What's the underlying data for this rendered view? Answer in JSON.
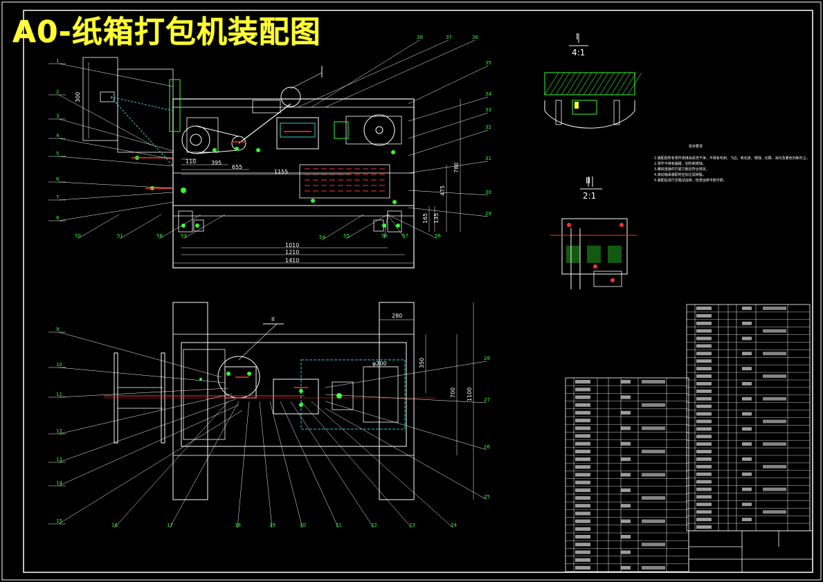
{
  "title": "A0-纸箱打包机装配图",
  "detail_views": {
    "view1_label": "I",
    "view1_scale": "4:1",
    "view2_label": "II",
    "view2_scale": "2:1",
    "section_label": "II"
  },
  "leaders_left": [
    "1",
    "2",
    "3",
    "4",
    "5",
    "6",
    "7",
    "8",
    "9",
    "10",
    "11",
    "12",
    "13",
    "14",
    "15"
  ],
  "leaders_bottom_top": [
    "50",
    "51",
    "58",
    "53",
    "54",
    "55",
    "56",
    "57",
    "56"
  ],
  "leaders_bottom_plan": [
    "16",
    "17",
    "18",
    "19",
    "20",
    "21",
    "22",
    "23",
    "24"
  ],
  "leaders_right_top": [
    "35",
    "34",
    "33",
    "32",
    "31",
    "30",
    "29"
  ],
  "leaders_right_plan": [
    "28",
    "27",
    "26",
    "25"
  ],
  "leaders_top_row": [
    "37",
    "38",
    "36"
  ],
  "dimensions": {
    "d300": "300",
    "d110": "110",
    "d395": "395",
    "d655": "655",
    "d1155": "1155",
    "d780": "780",
    "d475": "475",
    "d165": "165",
    "d135": "135",
    "d1010": "1010",
    "d1210": "1210",
    "d1410": "1410",
    "d280": "280",
    "d350": "350",
    "d200": "φ200",
    "d700": "700",
    "d1100": "1100"
  },
  "bom_left_rows": 25,
  "bom_right_rows": 30
}
